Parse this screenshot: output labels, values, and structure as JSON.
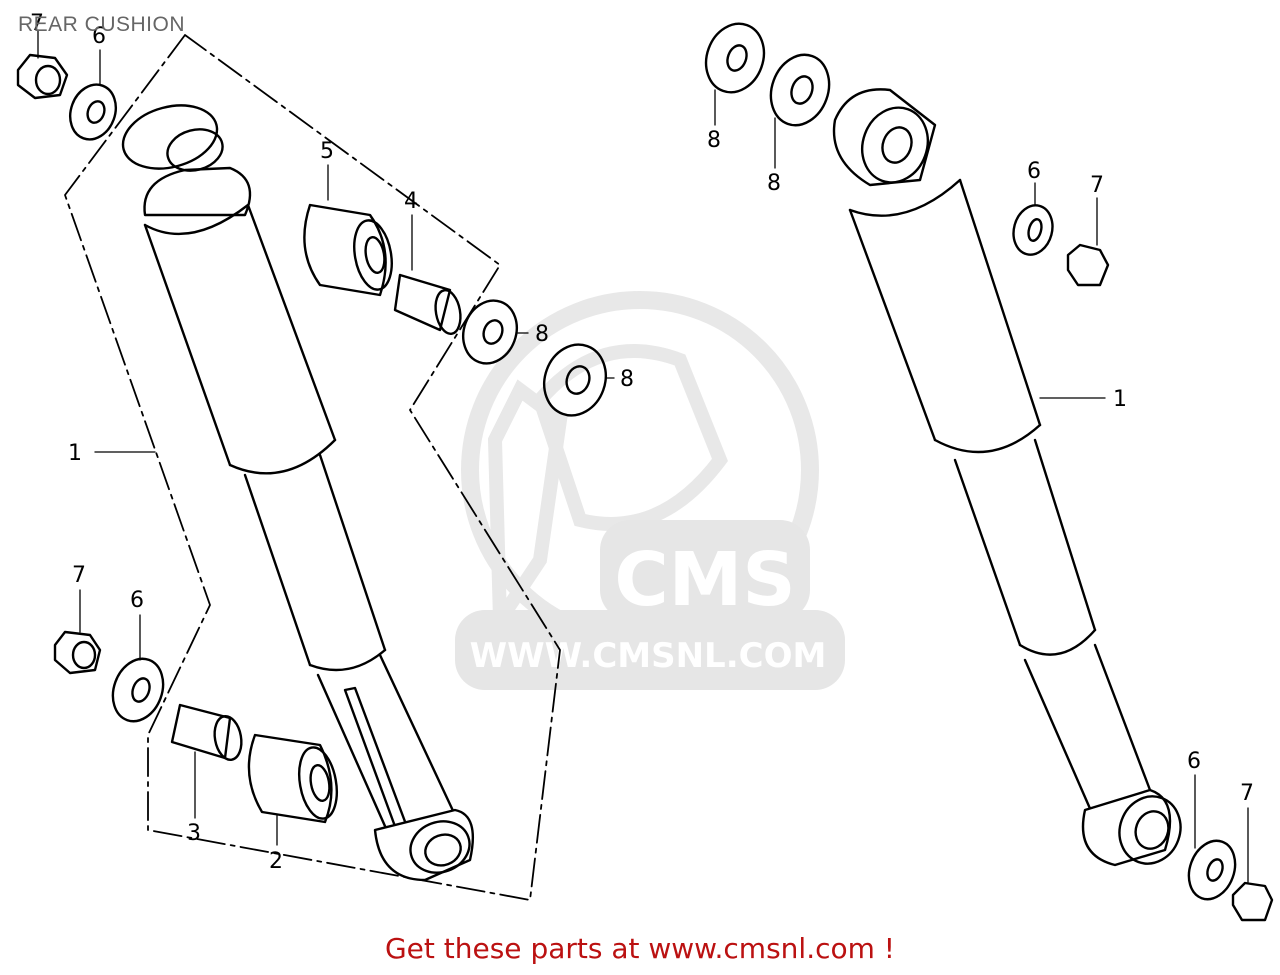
{
  "title": "REAR CUSHION",
  "footer": "Get these parts at www.cmsnl.com !",
  "watermark": {
    "logo_text": "CMS",
    "url_text": "WWW.CMSNL.COM",
    "color": "#e6e6e6"
  },
  "colors": {
    "line": "#000000",
    "title": "#666666",
    "footer": "#bb1111"
  },
  "callouts": {
    "left_assembly": [
      {
        "ref": "1",
        "part": "rear-cushion"
      },
      {
        "ref": "2",
        "part": "rubber-bush"
      },
      {
        "ref": "3",
        "part": "collar"
      },
      {
        "ref": "4",
        "part": "collar"
      },
      {
        "ref": "5",
        "part": "rubber-bush"
      },
      {
        "ref": "6",
        "part": "washer-top"
      },
      {
        "ref": "6",
        "part": "washer-bottom"
      },
      {
        "ref": "7",
        "part": "nut-top"
      },
      {
        "ref": "7",
        "part": "nut-bottom"
      },
      {
        "ref": "8",
        "part": "washer-a"
      },
      {
        "ref": "8",
        "part": "washer-b"
      }
    ],
    "right_assembly": [
      {
        "ref": "1",
        "part": "rear-cushion"
      },
      {
        "ref": "6",
        "part": "washer-top"
      },
      {
        "ref": "6",
        "part": "washer-bottom"
      },
      {
        "ref": "7",
        "part": "nut-top"
      },
      {
        "ref": "7",
        "part": "nut-bottom"
      },
      {
        "ref": "8",
        "part": "washer-a"
      },
      {
        "ref": "8",
        "part": "washer-b"
      }
    ]
  }
}
